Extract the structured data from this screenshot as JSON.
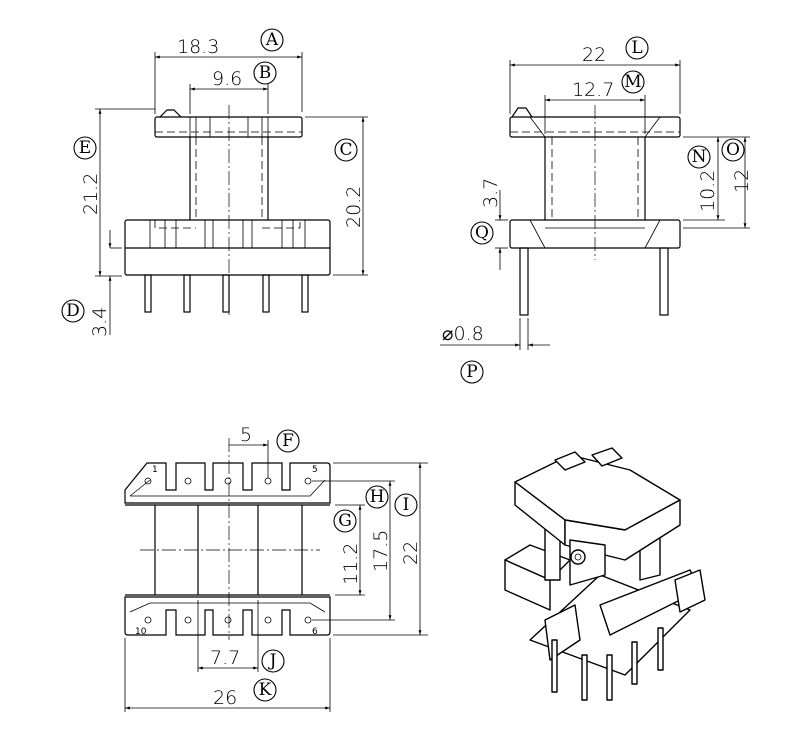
{
  "views": {
    "front": {
      "dims": {
        "A": "18.3",
        "B": "9.6",
        "C": "20.2",
        "D": "3.4",
        "E": "21.2"
      }
    },
    "side": {
      "dims": {
        "L": "22",
        "M": "12.7",
        "N": "10.2",
        "O": "12",
        "P": "⌀0.8",
        "Q": "3.7"
      }
    },
    "bottom": {
      "dims": {
        "F": "5",
        "G": "11.2",
        "H": "17.5",
        "I": "22",
        "J": "7.7",
        "K": "26"
      },
      "pin_numbers": {
        "p1": "1",
        "p5": "5",
        "p10": "10",
        "p6": "6"
      }
    }
  },
  "labels": {
    "A": "A",
    "B": "B",
    "C": "C",
    "D": "D",
    "E": "E",
    "F": "F",
    "G": "G",
    "H": "H",
    "I": "I",
    "J": "J",
    "K": "K",
    "L": "L",
    "M": "M",
    "N": "N",
    "O": "O",
    "P": "P",
    "Q": "Q"
  }
}
